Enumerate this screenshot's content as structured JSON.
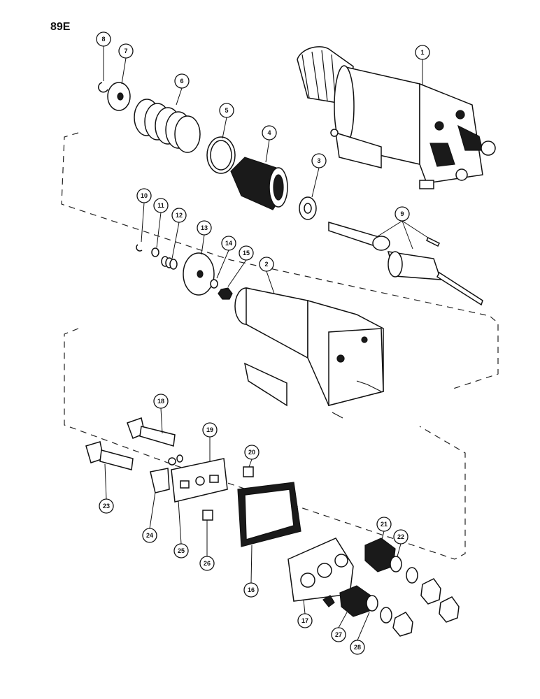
{
  "page": {
    "number_label": "89E"
  },
  "colors": {
    "ink": "#111111",
    "paper": "#ffffff"
  },
  "callouts": [
    {
      "id": "1",
      "label": "1"
    },
    {
      "id": "2",
      "label": "2"
    },
    {
      "id": "3",
      "label": "3"
    },
    {
      "id": "4",
      "label": "4"
    },
    {
      "id": "5",
      "label": "5"
    },
    {
      "id": "6",
      "label": "6"
    },
    {
      "id": "7",
      "label": "7"
    },
    {
      "id": "8",
      "label": "8"
    },
    {
      "id": "9",
      "label": "9"
    },
    {
      "id": "10",
      "label": "10"
    },
    {
      "id": "11",
      "label": "11"
    },
    {
      "id": "12",
      "label": "12"
    },
    {
      "id": "13",
      "label": "13"
    },
    {
      "id": "14",
      "label": "14"
    },
    {
      "id": "15",
      "label": "15"
    },
    {
      "id": "16",
      "label": "16"
    },
    {
      "id": "17",
      "label": "17"
    },
    {
      "id": "18",
      "label": "18"
    },
    {
      "id": "19",
      "label": "19"
    },
    {
      "id": "20",
      "label": "20"
    },
    {
      "id": "21",
      "label": "21"
    },
    {
      "id": "22",
      "label": "22"
    },
    {
      "id": "23",
      "label": "23"
    },
    {
      "id": "24",
      "label": "24"
    },
    {
      "id": "25",
      "label": "25"
    },
    {
      "id": "26",
      "label": "26"
    },
    {
      "id": "27",
      "label": "27"
    },
    {
      "id": "28",
      "label": "28"
    }
  ]
}
